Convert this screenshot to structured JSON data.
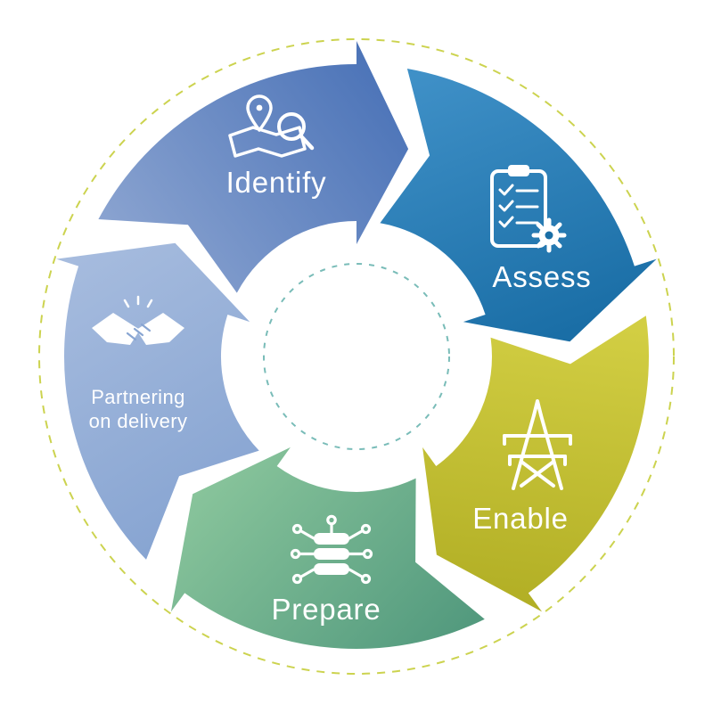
{
  "diagram": {
    "type": "circular-cycle",
    "segment_count": 5,
    "background": "#ffffff"
  },
  "rings": {
    "outer_dashed_color": "#ccd34f",
    "inner_dashed_color": "#79bcb8"
  },
  "segments": [
    {
      "label": "Identify",
      "icon": "map-location-search-icon",
      "gradient": {
        "from": "#8aa3d0",
        "to": "#4770b6"
      }
    },
    {
      "label": "Assess",
      "icon": "clipboard-checklist-gear-icon",
      "gradient": {
        "from": "#3f90c7",
        "to": "#1a6ea6"
      }
    },
    {
      "label": "Enable",
      "icon": "transmission-tower-icon",
      "gradient": {
        "from": "#d2ce43",
        "to": "#b1ae24"
      }
    },
    {
      "label": "Prepare",
      "icon": "database-network-icon",
      "gradient": {
        "from": "#8cc79d",
        "to": "#539a7e"
      }
    },
    {
      "label": "Partnering on delivery",
      "label_line1": "Partnering",
      "label_line2": "on delivery",
      "icon": "handshake-icon",
      "gradient": {
        "from": "#a8bddf",
        "to": "#88a5d2"
      }
    }
  ]
}
